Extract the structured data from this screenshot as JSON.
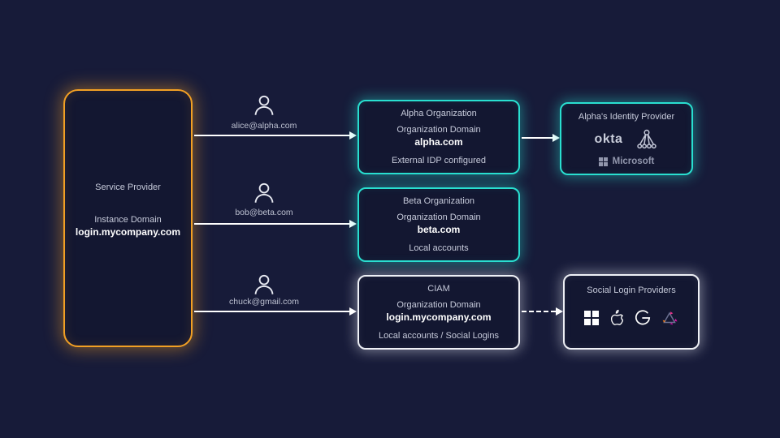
{
  "colors": {
    "background": "#171B39",
    "box_fill": "#131731",
    "accent_orange": "#F2A024",
    "accent_teal": "#29DFD0",
    "accent_white": "#EEF0F6",
    "arrow": "#FFFFFF"
  },
  "service_provider": {
    "title": "Service Provider",
    "domain_label": "Instance Domain",
    "domain": "login.mycompany.com"
  },
  "users": [
    {
      "email": "alice@alpha.com"
    },
    {
      "email": "bob@beta.com"
    },
    {
      "email": "chuck@gmail.com"
    }
  ],
  "organizations": [
    {
      "name": "Alpha Organization",
      "domain_label": "Organization Domain",
      "domain": "alpha.com",
      "note": "External IDP configured"
    },
    {
      "name": "Beta Organization",
      "domain_label": "Organization Domain",
      "domain": "beta.com",
      "note": "Local accounts"
    },
    {
      "name": "CIAM",
      "domain_label": "Organization Domain",
      "domain": "login.mycompany.com",
      "note": "Local accounts / Social Logins"
    }
  ],
  "identity_provider": {
    "title": "Alpha's Identity Provider",
    "okta_label": "okta",
    "microsoft_label": "Microsoft",
    "icons": [
      "okta-logo",
      "directory-tree-icon",
      "microsoft-logo"
    ]
  },
  "social_providers": {
    "title": "Social Login Providers",
    "icons": [
      "windows-icon",
      "apple-icon",
      "google-icon",
      "triangle-logo-icon"
    ]
  }
}
